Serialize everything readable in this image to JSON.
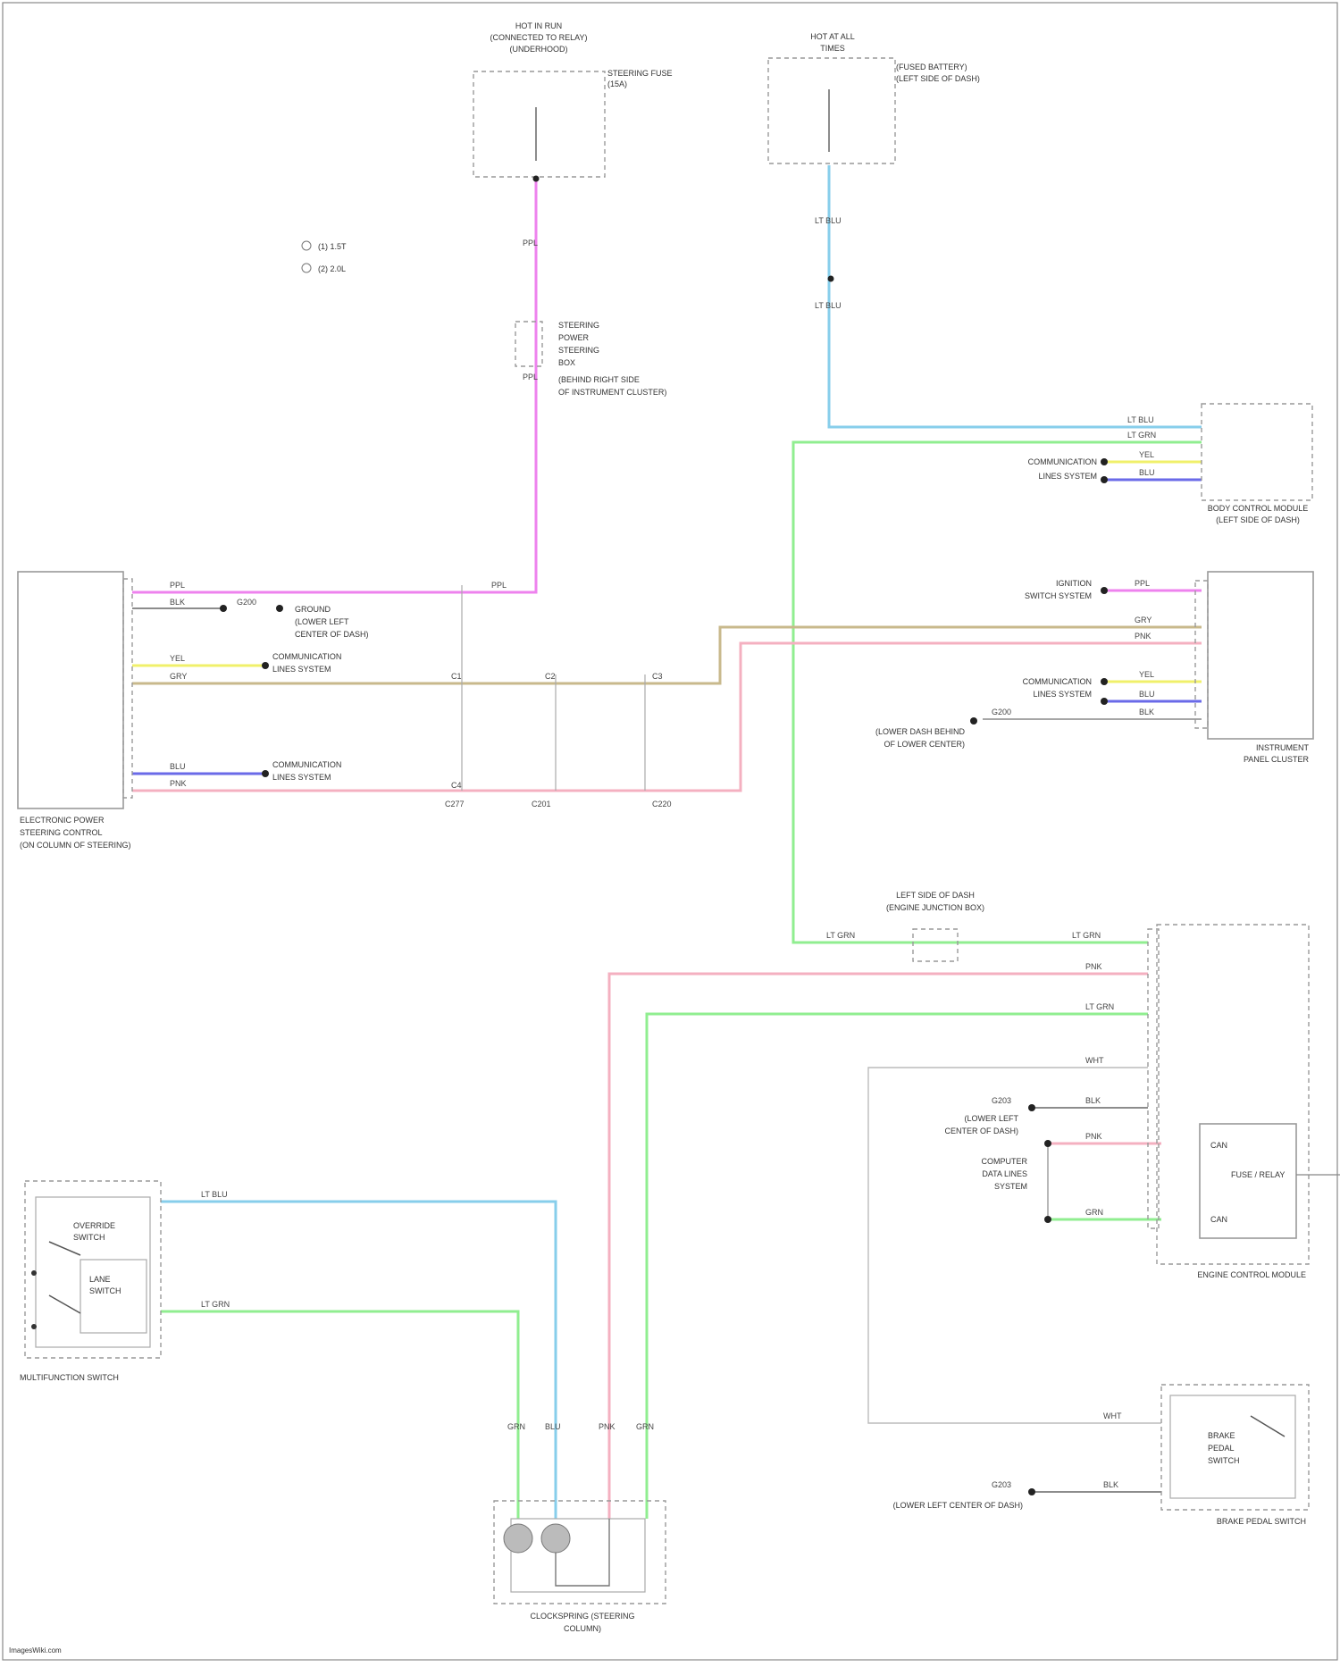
{
  "footer": {
    "source": "ImagesWiki.com"
  },
  "colors": {
    "pink": "#ee82ee",
    "light_blue": "#87ceeb",
    "light_green": "#90ee90",
    "yellow": "#f0f06a",
    "tan": "#c8b98c",
    "light_pink": "#f4b0c0",
    "blue": "#6a6ae8",
    "black": "#222222"
  },
  "components": {
    "hot_fuse": {
      "title_line1": "HOT IN RUN",
      "title_line2": "(CONNECTED TO RELAY)",
      "title_line3": "(UNDERHOOD)",
      "side_line1": "STEERING FUSE",
      "side_line2": "(15A)"
    },
    "hot_at_all_times": {
      "title_line1": "HOT AT ALL",
      "title_line2": "TIMES",
      "side_line1": "(FUSED BATTERY)",
      "side_line2": "(LEFT SIDE OF DASH)"
    },
    "legend": {
      "line1": "(1) 1.5T",
      "line2": "(2) 2.0L"
    },
    "splice_pack": {
      "line1": "STEERING",
      "line2": "POWER",
      "line3": "STEERING",
      "line4": "BOX",
      "line5": "(BEHIND RIGHT SIDE",
      "line6": "OF INSTRUMENT CLUSTER)"
    },
    "body_control": {
      "name_line1": "BODY CONTROL MODULE",
      "name_line2": "(LEFT SIDE OF DASH)",
      "note_line1": "COMMUNICATION",
      "note_line2": "LINES SYSTEM"
    },
    "eps_module": {
      "name_line1": "ELECTRONIC POWER",
      "name_line2": "STEERING CONTROL",
      "name_line3": "(ON COLUMN OF STEERING)"
    },
    "eps_ground": {
      "line1": "GROUND",
      "line2": "(LOWER LEFT",
      "line3": "CENTER OF DASH)"
    },
    "eps_comm1": {
      "line1": "COMMUNICATION",
      "line2": "LINES SYSTEM"
    },
    "eps_comm2": {
      "line1": "COMMUNICATION",
      "line2": "LINES SYSTEM"
    },
    "instrument": {
      "name_line1": "INSTRUMENT",
      "name_line2": "PANEL CLUSTER",
      "note1_line1": "IGNITION",
      "note1_line2": "SWITCH SYSTEM",
      "note2_line1": "COMMUNICATION",
      "note2_line2": "LINES SYSTEM",
      "gnd_line1": "(LOWER DASH BEHIND",
      "gnd_line2": "OF LOWER CENTER)"
    },
    "junction_block": {
      "line1": "LEFT SIDE OF DASH",
      "line2": "(ENGINE JUNCTION BOX)"
    },
    "engine_control": {
      "name": "ENGINE CONTROL MODULE",
      "label_top": "CAN",
      "label_bottom": "CAN",
      "relay_label": "FUSE / RELAY"
    },
    "ecm_notes": {
      "ground_line1": "(LOWER LEFT",
      "ground_line2": "CENTER OF DASH)",
      "comm_line1": "COMPUTER",
      "comm_line2": "DATA LINES",
      "comm_line3": "SYSTEM"
    },
    "multifunction": {
      "name": "MULTIFUNCTION SWITCH",
      "sw1_line1": "OVERRIDE",
      "sw1_line2": "SWITCH",
      "sw2_line1": "LANE",
      "sw2_line2": "SWITCH"
    },
    "clockspring": {
      "name_line1": "CLOCKSPRING (STEERING",
      "name_line2": "COLUMN)"
    },
    "brake_switch": {
      "name": "BRAKE PEDAL SWITCH",
      "inner_line1": "BRAKE",
      "inner_line2": "PEDAL",
      "inner_line3": "SWITCH",
      "ground_note": "(LOWER LEFT CENTER OF DASH)"
    }
  },
  "wires": {
    "eps_pink": "PPL",
    "eps_blk": "BLK",
    "eps_gnd": "G200",
    "eps_yel": "YEL",
    "eps_tan": "GRY",
    "eps_lb": "BLU",
    "eps_pk": "PNK",
    "feed_top": "PPL",
    "feed_mid": "PPL",
    "feed_low": "PPL",
    "batt_top": "LT BLU",
    "batt_low": "LT BLU",
    "bcm_lb": "LT BLU",
    "bcm_gn": "LT GRN",
    "bcm_yel": "YEL",
    "bcm_blu": "BLU",
    "splice_1": "C1",
    "splice_2": "C2",
    "splice_3": "C3",
    "splice_4": "C4",
    "ic_ppl": "PPL",
    "ic_gry": "GRY",
    "ic_pnk": "PNK",
    "ic_yel": "YEL",
    "ic_blu": "BLU",
    "ic_blk": "BLK",
    "ic_gnd": "G200",
    "jb_in": "LT GRN",
    "jb_out": "LT GRN",
    "ecm_pnk": "PNK",
    "ecm_gn": "LT GRN",
    "ecm_wht": "WHT",
    "ecm_blk": "BLK",
    "ecm_pnk2": "PNK",
    "ecm_grn2": "GRN",
    "ecm_gnd": "G203",
    "mf_lb": "LT BLU",
    "mf_gn": "LT GRN",
    "cs_grn": "GRN",
    "cs_blu": "BLU",
    "cs_pnk": "PNK",
    "cs_gn": "GRN",
    "bps_wht": "WHT",
    "bps_blk": "BLK",
    "bps_gnd": "G203",
    "splice_a": "C277",
    "splice_b": "C201",
    "splice_c": "C220"
  }
}
